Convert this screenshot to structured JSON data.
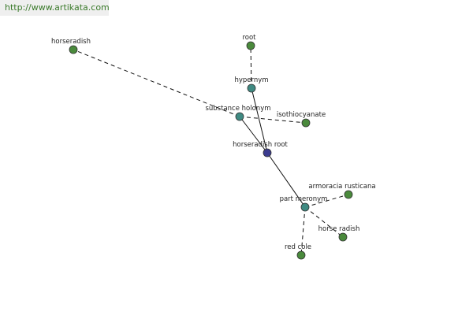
{
  "watermark": "http://www.artikata.com",
  "colors": {
    "center": "#3b3b8f",
    "relation": "#3f8a82",
    "leaf": "#4a8a3c",
    "node_stroke": "#333333",
    "edge": "#111111"
  },
  "graph": {
    "nodes": [
      {
        "id": "horseradish-root",
        "label": "horseradish root",
        "kind": "center"
      },
      {
        "id": "hypernym",
        "label": "hypernym",
        "kind": "relation"
      },
      {
        "id": "substance-holonym",
        "label": "substance holonym",
        "kind": "relation"
      },
      {
        "id": "part-meronym",
        "label": "part meronym",
        "kind": "relation"
      },
      {
        "id": "root",
        "label": "root",
        "kind": "leaf"
      },
      {
        "id": "horseradish",
        "label": "horseradish",
        "kind": "leaf"
      },
      {
        "id": "isothiocyanate",
        "label": "isothiocyanate",
        "kind": "leaf"
      },
      {
        "id": "armoracia-rusticana",
        "label": "armoracia rusticana",
        "kind": "leaf"
      },
      {
        "id": "horse-radish",
        "label": "horse radish",
        "kind": "leaf"
      },
      {
        "id": "red-cole",
        "label": "red cole",
        "kind": "leaf"
      }
    ],
    "edges": [
      {
        "from": "horseradish-root",
        "to": "hypernym",
        "style": "solid"
      },
      {
        "from": "horseradish-root",
        "to": "substance-holonym",
        "style": "solid"
      },
      {
        "from": "horseradish-root",
        "to": "part-meronym",
        "style": "solid"
      },
      {
        "from": "hypernym",
        "to": "root",
        "style": "dashed"
      },
      {
        "from": "substance-holonym",
        "to": "horseradish",
        "style": "dashed"
      },
      {
        "from": "substance-holonym",
        "to": "isothiocyanate",
        "style": "dashed"
      },
      {
        "from": "part-meronym",
        "to": "armoracia-rusticana",
        "style": "dashed"
      },
      {
        "from": "part-meronym",
        "to": "horse-radish",
        "style": "dashed"
      },
      {
        "from": "part-meronym",
        "to": "red-cole",
        "style": "dashed"
      }
    ]
  }
}
